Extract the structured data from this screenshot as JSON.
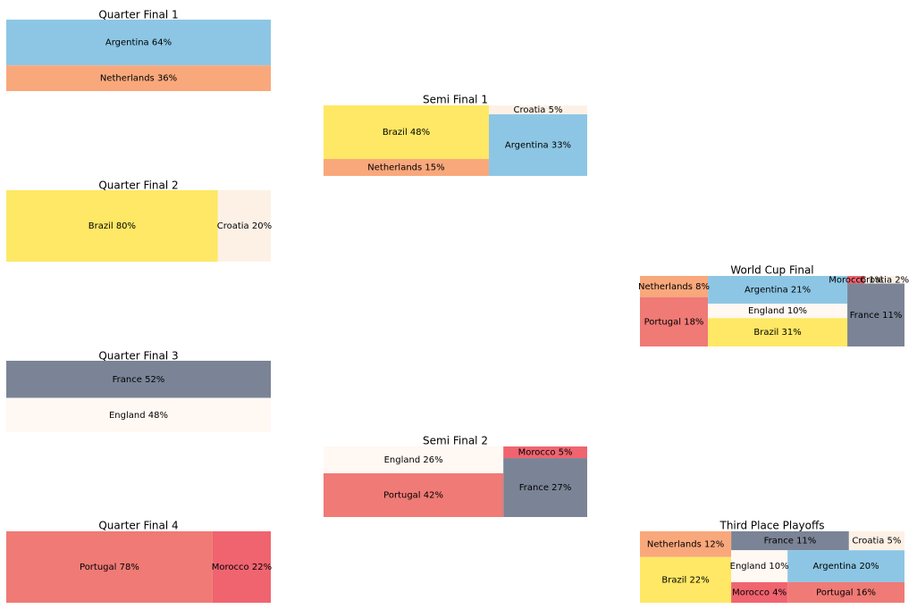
{
  "colors": {
    "Argentina": "#8dc6e4",
    "Netherlands": "#f9a87c",
    "Brazil": "#fee865",
    "Croatia": "#fdf1e6",
    "France": "#7a8496",
    "England": "#fff8f3",
    "Portugal": "#f07a75",
    "Morocco": "#f0646f"
  },
  "chart_data": [
    {
      "type": "treemap",
      "title": "Quarter Final 1",
      "cells": [
        {
          "label": "Argentina 64%",
          "team": "Argentina",
          "value": 64
        },
        {
          "label": "Netherlands 36%",
          "team": "Netherlands",
          "value": 36
        }
      ]
    },
    {
      "type": "treemap",
      "title": "Quarter Final 2",
      "cells": [
        {
          "label": "Brazil 80%",
          "team": "Brazil",
          "value": 80
        },
        {
          "label": "Croatia 20%",
          "team": "Croatia",
          "value": 20
        }
      ]
    },
    {
      "type": "treemap",
      "title": "Quarter Final 3",
      "cells": [
        {
          "label": "France 52%",
          "team": "France",
          "value": 52
        },
        {
          "label": "England 48%",
          "team": "England",
          "value": 48
        }
      ]
    },
    {
      "type": "treemap",
      "title": "Quarter Final 4",
      "cells": [
        {
          "label": "Portugal 78%",
          "team": "Portugal",
          "value": 78
        },
        {
          "label": "Morocco 22%",
          "team": "Morocco",
          "value": 22
        }
      ]
    },
    {
      "type": "treemap",
      "title": "Semi Final 1",
      "cells": [
        {
          "label": "Brazil 48%",
          "team": "Brazil",
          "value": 48
        },
        {
          "label": "Netherlands 15%",
          "team": "Netherlands",
          "value": 15
        },
        {
          "label": "Croatia 5%",
          "team": "Croatia",
          "value": 5
        },
        {
          "label": "Argentina 33%",
          "team": "Argentina",
          "value": 33
        }
      ]
    },
    {
      "type": "treemap",
      "title": "Semi Final 2",
      "cells": [
        {
          "label": "England 26%",
          "team": "England",
          "value": 26
        },
        {
          "label": "Portugal 42%",
          "team": "Portugal",
          "value": 42
        },
        {
          "label": "Morocco 5%",
          "team": "Morocco",
          "value": 5
        },
        {
          "label": "France 27%",
          "team": "France",
          "value": 27
        }
      ]
    },
    {
      "type": "treemap",
      "title": "World Cup Final",
      "cells": [
        {
          "label": "Netherlands 8%",
          "team": "Netherlands",
          "value": 8
        },
        {
          "label": "Portugal 18%",
          "team": "Portugal",
          "value": 18
        },
        {
          "label": "Argentina 21%",
          "team": "Argentina",
          "value": 21
        },
        {
          "label": "England 10%",
          "team": "England",
          "value": 10
        },
        {
          "label": "Brazil 31%",
          "team": "Brazil",
          "value": 31
        },
        {
          "label": "Morocco 1%",
          "team": "Morocco",
          "value": 1
        },
        {
          "label": "Croatia 2%",
          "team": "Croatia",
          "value": 2
        },
        {
          "label": "France 11%",
          "team": "France",
          "value": 11
        }
      ]
    },
    {
      "type": "treemap",
      "title": "Third Place Playoffs",
      "cells": [
        {
          "label": "Netherlands 12%",
          "team": "Netherlands",
          "value": 12
        },
        {
          "label": "Brazil 22%",
          "team": "Brazil",
          "value": 22
        },
        {
          "label": "France 11%",
          "team": "France",
          "value": 11
        },
        {
          "label": "Croatia 5%",
          "team": "Croatia",
          "value": 5
        },
        {
          "label": "England 10%",
          "team": "England",
          "value": 10
        },
        {
          "label": "Argentina 20%",
          "team": "Argentina",
          "value": 20
        },
        {
          "label": "Morocco 4%",
          "team": "Morocco",
          "value": 4
        },
        {
          "label": "Portugal 16%",
          "team": "Portugal",
          "value": 16
        }
      ]
    }
  ]
}
